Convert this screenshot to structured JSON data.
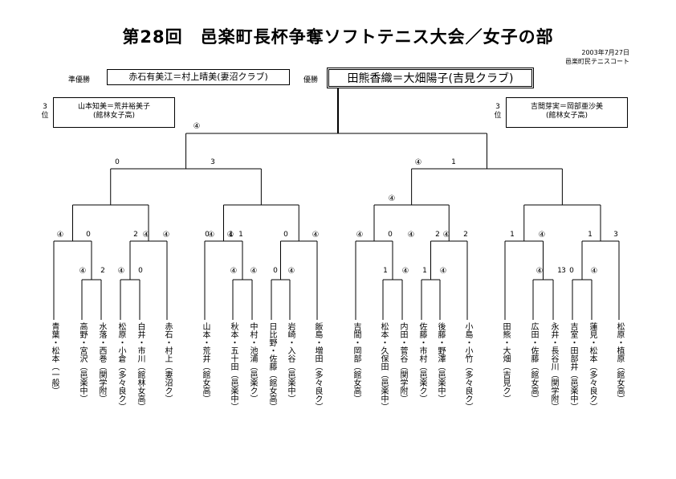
{
  "title": "第28回　邑楽町長杯争奪ソフトテニス大会／女子の部",
  "date": "2003年7月27日",
  "venue": "邑楽町民テニスコート",
  "runner_up": {
    "label": "準優勝",
    "pair": "赤石有美江＝村上晴美(妻沼クラブ)"
  },
  "winner": {
    "label": "優勝",
    "pair": "田熊香織＝大畑陽子(吉見クラブ)"
  },
  "third_left": {
    "label": "3\n位",
    "pair": "山本知美＝荒井裕美子\n(館林女子高)"
  },
  "third_right": {
    "label": "3\n位",
    "pair": "吉間芽実＝岡部亜沙美\n(館林女子高)"
  },
  "players": [
    "青葉・松本（一般）",
    "高野・宮沢（邑楽中）",
    "水落・西巻（関学附）",
    "松原・小倉（多々良ク）",
    "白井・市川（館林女高）",
    "赤石・村上（妻沼ク）",
    "山本・荒井（館女高）",
    "秋本・五十田（邑楽中）",
    "中村・池浦（邑楽ク）",
    "日比野・佐藤（館女高）",
    "岩崎・入谷（邑楽中）",
    "飯島・増田（多々良ク）",
    "吉間・岡部（館女高）",
    "松本・久保田（邑楽中）",
    "内田・菅谷（関学附）",
    "佐藤・市村（邑楽ク）",
    "後藤・野澤（邑楽中）",
    "小島・小竹（多々良ク）",
    "田熊・大畑（吉見ク）",
    "広田・佐藤（館女高）",
    "永井・長谷川（関学附）",
    "吉室・田部井（邑楽中）",
    "蓮見・松本（多々良ク）",
    "松原・植原（館女高）"
  ],
  "scores": [
    "④",
    "0",
    "④",
    "2",
    "④",
    "1",
    "0",
    "④",
    "④",
    "1",
    "④",
    "0",
    "④",
    "0",
    "2",
    "④",
    "④",
    "2",
    "④",
    "1",
    "④",
    "1",
    "3",
    "④",
    "1",
    "3",
    "④",
    "0",
    "④",
    "2",
    "④",
    "0",
    "④",
    "④",
    "0",
    "④",
    "1",
    "④",
    "1",
    "④",
    "0",
    "3",
    "④",
    "1",
    "④"
  ],
  "colors": {
    "line": "#000000",
    "background": "#ffffff"
  }
}
